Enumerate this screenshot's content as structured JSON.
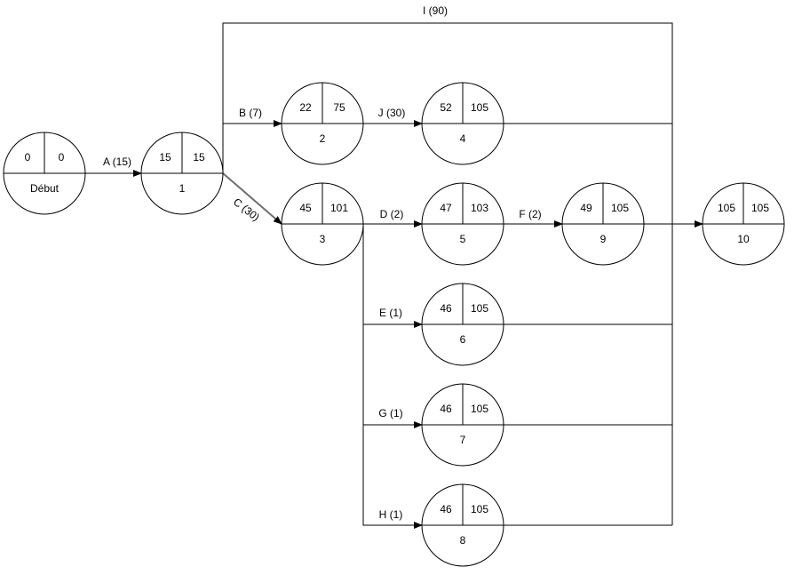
{
  "diagram": {
    "colors": {
      "stroke": "#000000",
      "highlight": "#6e6e6e",
      "background": "#ffffff"
    },
    "nodes": [
      {
        "id": "debut",
        "label": "Début",
        "early": "0",
        "late": "0"
      },
      {
        "id": "n1",
        "label": "1",
        "early": "15",
        "late": "15"
      },
      {
        "id": "n2",
        "label": "2",
        "early": "22",
        "late": "75"
      },
      {
        "id": "n3",
        "label": "3",
        "early": "45",
        "late": "101"
      },
      {
        "id": "n4",
        "label": "4",
        "early": "52",
        "late": "105"
      },
      {
        "id": "n5",
        "label": "5",
        "early": "47",
        "late": "103"
      },
      {
        "id": "n6",
        "label": "6",
        "early": "46",
        "late": "105"
      },
      {
        "id": "n7",
        "label": "7",
        "early": "46",
        "late": "105"
      },
      {
        "id": "n8",
        "label": "8",
        "early": "46",
        "late": "105"
      },
      {
        "id": "n9",
        "label": "9",
        "early": "49",
        "late": "105"
      },
      {
        "id": "n10",
        "label": "10",
        "early": "105",
        "late": "105"
      }
    ],
    "edges": [
      {
        "id": "A",
        "label": "A (15)",
        "from": "debut",
        "to": "n1"
      },
      {
        "id": "B",
        "label": "B (7)",
        "from": "n1",
        "to": "n2"
      },
      {
        "id": "C",
        "label": "C (30)",
        "from": "n1",
        "to": "n3"
      },
      {
        "id": "D",
        "label": "D (2)",
        "from": "n3",
        "to": "n5"
      },
      {
        "id": "E",
        "label": "E (1)",
        "from": "n3",
        "to": "n6"
      },
      {
        "id": "F",
        "label": "F (2)",
        "from": "n5",
        "to": "n9"
      },
      {
        "id": "G",
        "label": "G (1)",
        "from": "n3",
        "to": "n7"
      },
      {
        "id": "H",
        "label": "H (1)",
        "from": "n3",
        "to": "n8"
      },
      {
        "id": "I",
        "label": "I (90)",
        "from": "n1",
        "to": "n10"
      },
      {
        "id": "J",
        "label": "J (30)",
        "from": "n2",
        "to": "n4"
      }
    ]
  }
}
